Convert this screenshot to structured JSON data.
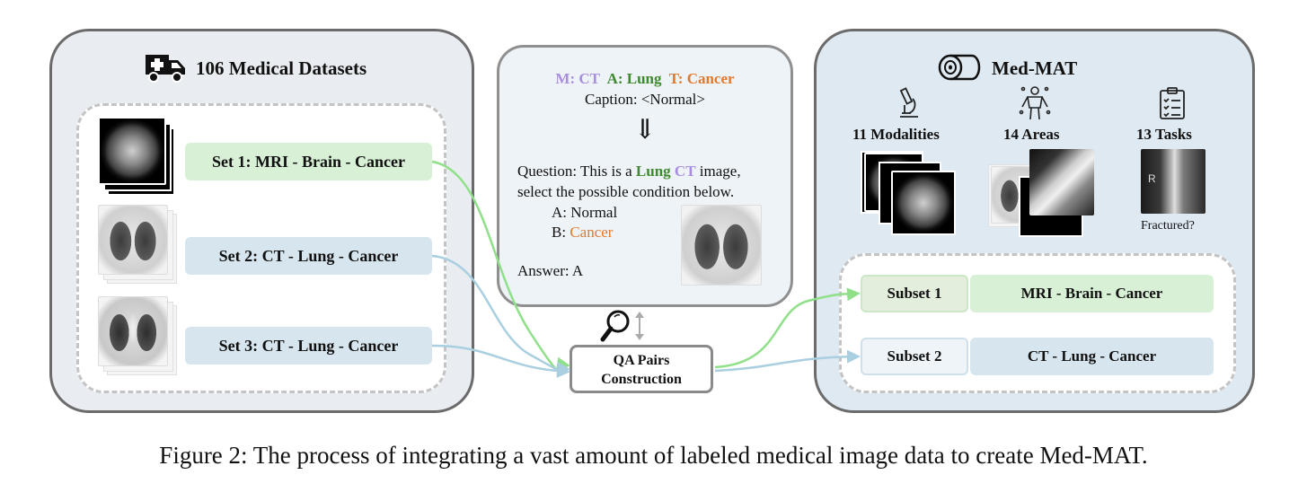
{
  "left_panel": {
    "title": "106 Medical Datasets",
    "sets": [
      {
        "label": "Set 1: MRI - Brain - Cancer"
      },
      {
        "label": "Set 2: CT - Lung - Cancer"
      },
      {
        "label": "Set 3: CT - Lung - Cancer"
      }
    ]
  },
  "middle": {
    "tag_m": "M: CT",
    "tag_a": "A: Lung",
    "tag_t": "T: Cancer",
    "caption_line": "Caption: <Normal>",
    "arrow": "⇓",
    "question_prefix": "Question: This is a ",
    "question_lung": "Lung",
    "question_ct": "CT",
    "question_suffix": " image,",
    "question_line2": "select the possible condition below.",
    "option_a": "A: Normal",
    "option_b_prefix": "B: ",
    "option_b_value": "Cancer",
    "answer": "Answer: A",
    "qa_line1": "QA Pairs",
    "qa_line2": "Construction"
  },
  "right_panel": {
    "title": "Med-MAT",
    "modalities": "11 Modalities",
    "areas": "14 Areas",
    "tasks": "13 Tasks",
    "fracture_question": "Fractured?",
    "xray_marker": "R",
    "subsets": [
      {
        "name": "Subset 1",
        "label": "MRI - Brain - Cancer"
      },
      {
        "name": "Subset 2",
        "label": "CT - Lung - Cancer"
      }
    ]
  },
  "colors": {
    "modality": "#a98ee0",
    "area": "#3f8a2f",
    "task": "#e07a2d",
    "green_box": "#d8f1d6",
    "blue_box": "#d7e6ee",
    "arrow_green": "#90e08a",
    "arrow_blue": "#a9cfe0"
  },
  "figure_caption": "Figure 2: The process of integrating a vast amount of labeled medical image data to create Med-MAT."
}
